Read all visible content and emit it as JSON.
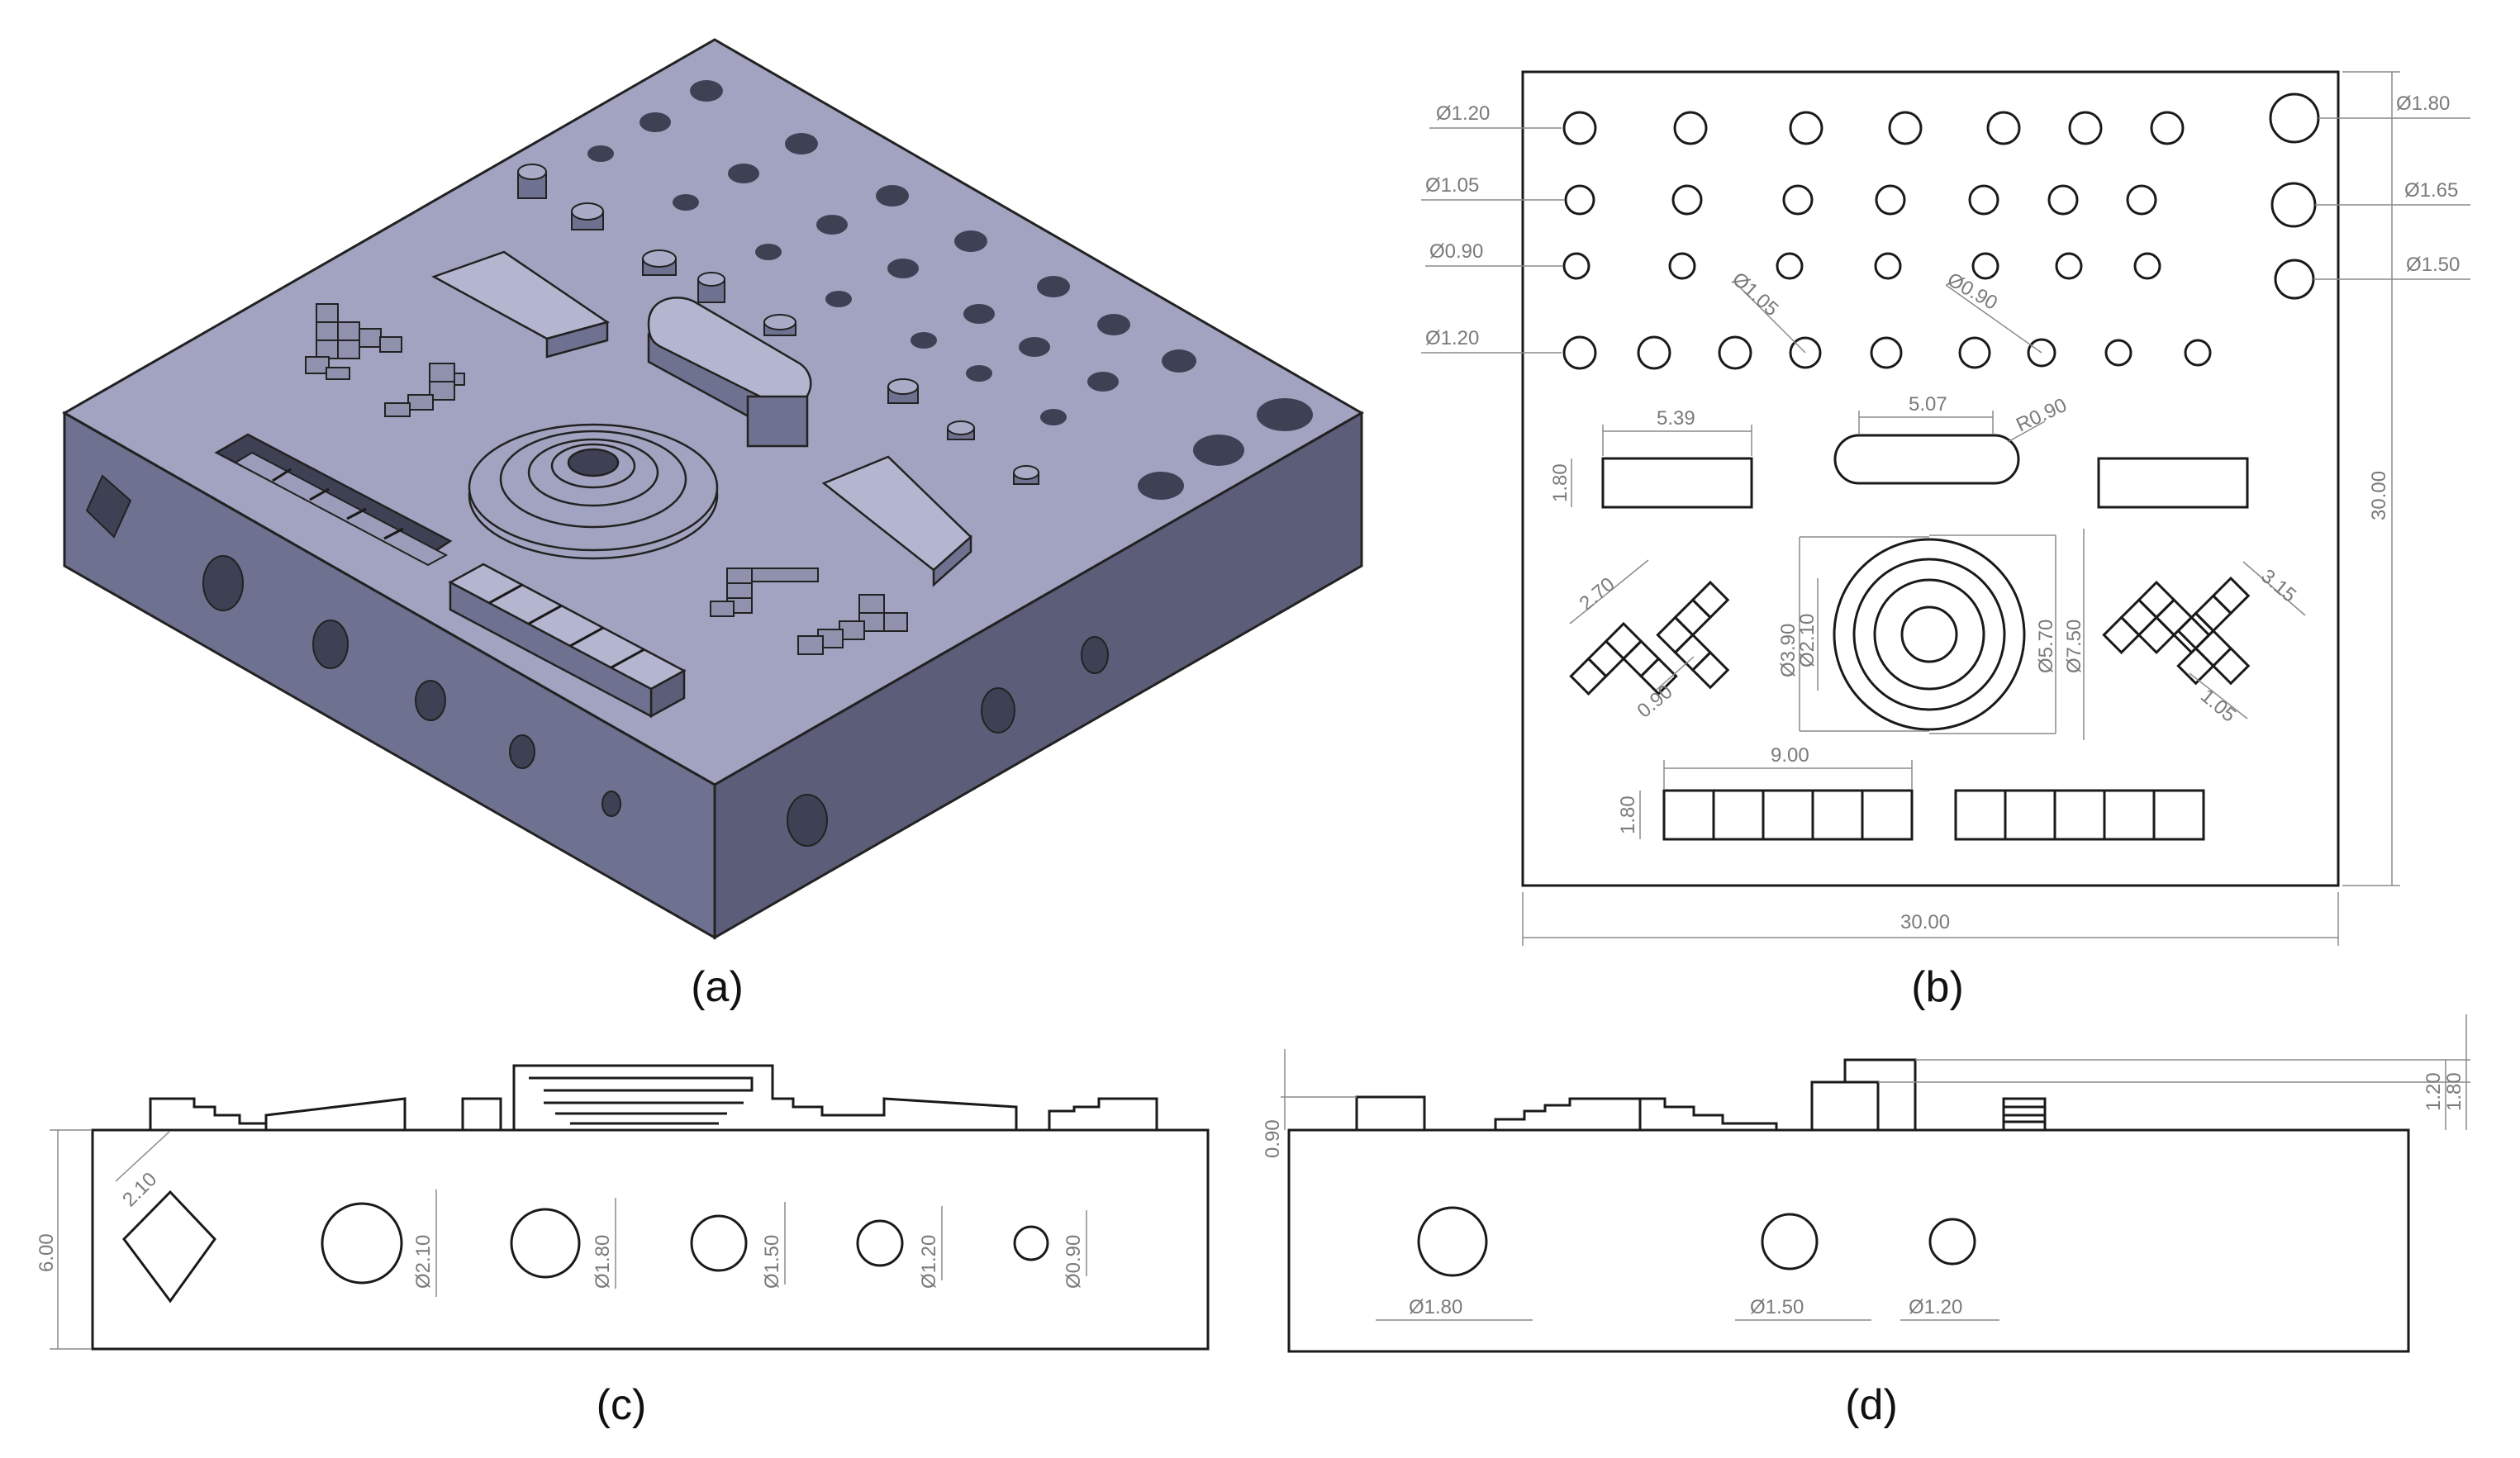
{
  "panels": {
    "a": {
      "caption": "(a)"
    },
    "b": {
      "caption": "(b)",
      "hole_rows": [
        {
          "label": "Ø1.20",
          "count": 7,
          "size": 1.2
        },
        {
          "label": "Ø1.05",
          "count": 7,
          "size": 1.05
        },
        {
          "label": "Ø0.90",
          "count": 7,
          "size": 0.9
        },
        {
          "label": "Ø1.20",
          "count": 9,
          "size": 1.2
        }
      ],
      "right_holes": [
        {
          "label": "Ø1.80",
          "size": 1.8
        },
        {
          "label": "Ø1.65",
          "size": 1.65
        },
        {
          "label": "Ø1.50",
          "size": 1.5
        }
      ],
      "diag_labels": [
        "Ø1.05",
        "Ø0.90"
      ],
      "slot_labels": {
        "rect_width": "5.39",
        "rect_height": "1.80",
        "round_slot_width": "5.07",
        "round_slot_radius": "R0.90"
      },
      "ring_labels": [
        "Ø3.90",
        "Ø2.10",
        "Ø5.70",
        "Ø7.50"
      ],
      "stair_labels": [
        "2.70",
        "0.90",
        "3.15",
        "1.05"
      ],
      "block_labels": {
        "width": "9.00",
        "height": "1.80"
      },
      "overall": {
        "width": "30.00",
        "height": "30.00"
      }
    },
    "c": {
      "caption": "(c)",
      "height_label": "6.00",
      "diamond_label": "2.10",
      "holes": [
        "Ø2.10",
        "Ø1.80",
        "Ø1.50",
        "Ø1.20",
        "Ø0.90"
      ]
    },
    "d": {
      "caption": "(d)",
      "top_label": "0.90",
      "right_labels": [
        "1.20",
        "1.80"
      ],
      "holes": [
        "Ø1.80",
        "Ø1.50",
        "Ø1.20"
      ]
    }
  },
  "colors": {
    "face_top": "#a1a3c0",
    "face_front": "#6f7190",
    "face_left": "#585a73",
    "hole": "#3e4054",
    "line": "#1a1a1a",
    "dim": "#7a7a7a"
  }
}
